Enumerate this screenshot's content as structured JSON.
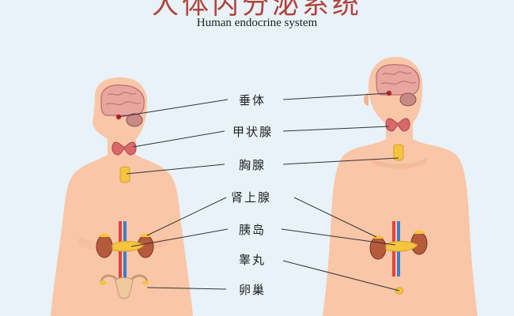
{
  "title": "人体内分泌系统",
  "subtitle": "Human endocrine system",
  "labels": {
    "pituitary": "垂体",
    "thyroid": "甲状腺",
    "thymus": "胸腺",
    "adrenal": "肾上腺",
    "pancreas": "胰岛",
    "testis": "睾丸",
    "ovary": "卵巢"
  },
  "colors": {
    "background": "#e8f2f8",
    "skin": "#f9c6a8",
    "title": "#b0423a",
    "gland": "#f5c440",
    "kidney": "#b55a3a",
    "artery": "#e0443c",
    "vein": "#3a7fd0"
  }
}
